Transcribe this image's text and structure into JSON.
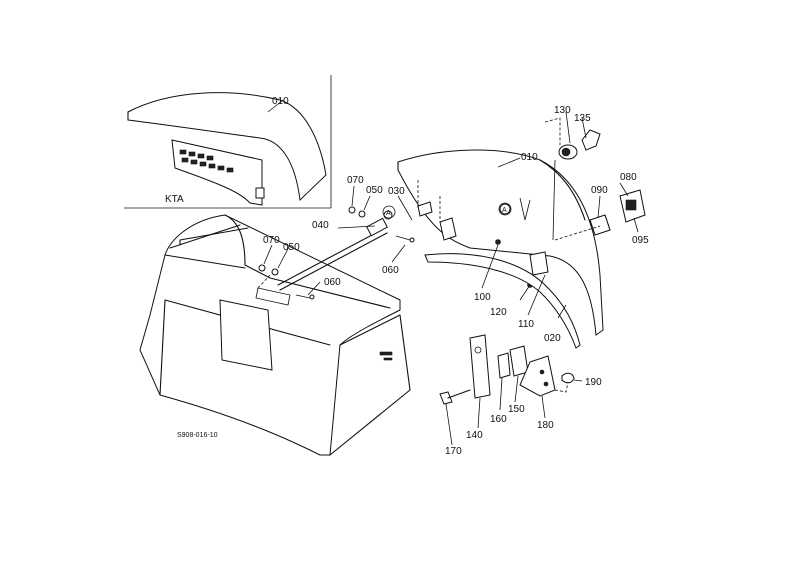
{
  "diagram": {
    "inset_label": "KTA",
    "drawing_code": "S908-016-10",
    "circle_marker": "A",
    "parts": [
      "010",
      "020",
      "030",
      "040",
      "050",
      "050",
      "060",
      "060",
      "070",
      "070",
      "080",
      "090",
      "095",
      "100",
      "110",
      "120",
      "130",
      "135",
      "140",
      "150",
      "160",
      "170",
      "180",
      "190"
    ],
    "inset_part": "010"
  }
}
